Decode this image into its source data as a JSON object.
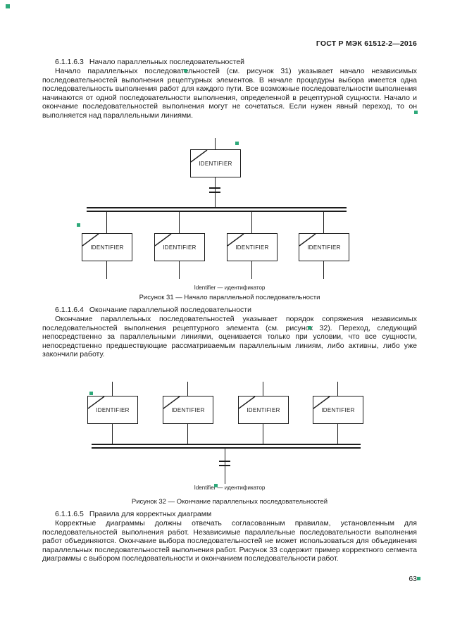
{
  "document": {
    "header": "ГОСТ Р МЭК 61512-2—2016",
    "page_number": "63"
  },
  "sections": [
    {
      "number": "6.1.1.6.3",
      "title": "Начало параллельных последовательностей",
      "body": "Начало параллельных последовательностей (см. рисунок 31) указывает начало независимых последовательностей выполнения рецептурных элементов. В начале процедуры выбора имеется одна последовательность выполнения работ для каждого пути. Все возможные последовательности выполнения начинаются от одной последовательности выполнения, определенной в рецептурной сущности. Начало и окончание последовательностей выполнения могут не сочетаться. Если нужен явный переход, то он выполняется над параллельными линиями."
    },
    {
      "number": "6.1.1.6.4",
      "title": "Окончание параллельной последовательности",
      "body": "Окончание параллельных последовательностей указывает порядок сопряжения независимых последовательностей выполнения рецептурного элемента (см. рисунок 32). Переход, следующий непосредственно за параллельными линиями, оценивается только при условии, что все сущности, непосредственно предшествующие рассматриваемым параллельным линиям, либо активны, либо уже закончили работу."
    },
    {
      "number": "6.1.1.6.5",
      "title": "Правила для корректных диаграмм",
      "body": "Корректные диаграммы должны отвечать согласованным правилам, установленным для последовательностей выполнения работ. Независимые параллельные последовательности выполнения работ объединяются. Окончание выбора последовательностей не может использоваться для объединения параллельных последовательностей выполнения работ. Рисунок 33 содержит пример корректного сегмента диаграммы с выбором последовательности и окончанием последовательности работ."
    }
  ],
  "figures": [
    {
      "box_label": "IDENTIFIER",
      "legend": "Identifier — идентификатор",
      "caption": "Рисунок 31 — Начало параллельной последовательности"
    },
    {
      "box_label": "IDENTIFIER",
      "legend": "Identifier — идентификатор",
      "caption": "Рисунок 32 — Окончание параллельных последовательностей"
    }
  ]
}
